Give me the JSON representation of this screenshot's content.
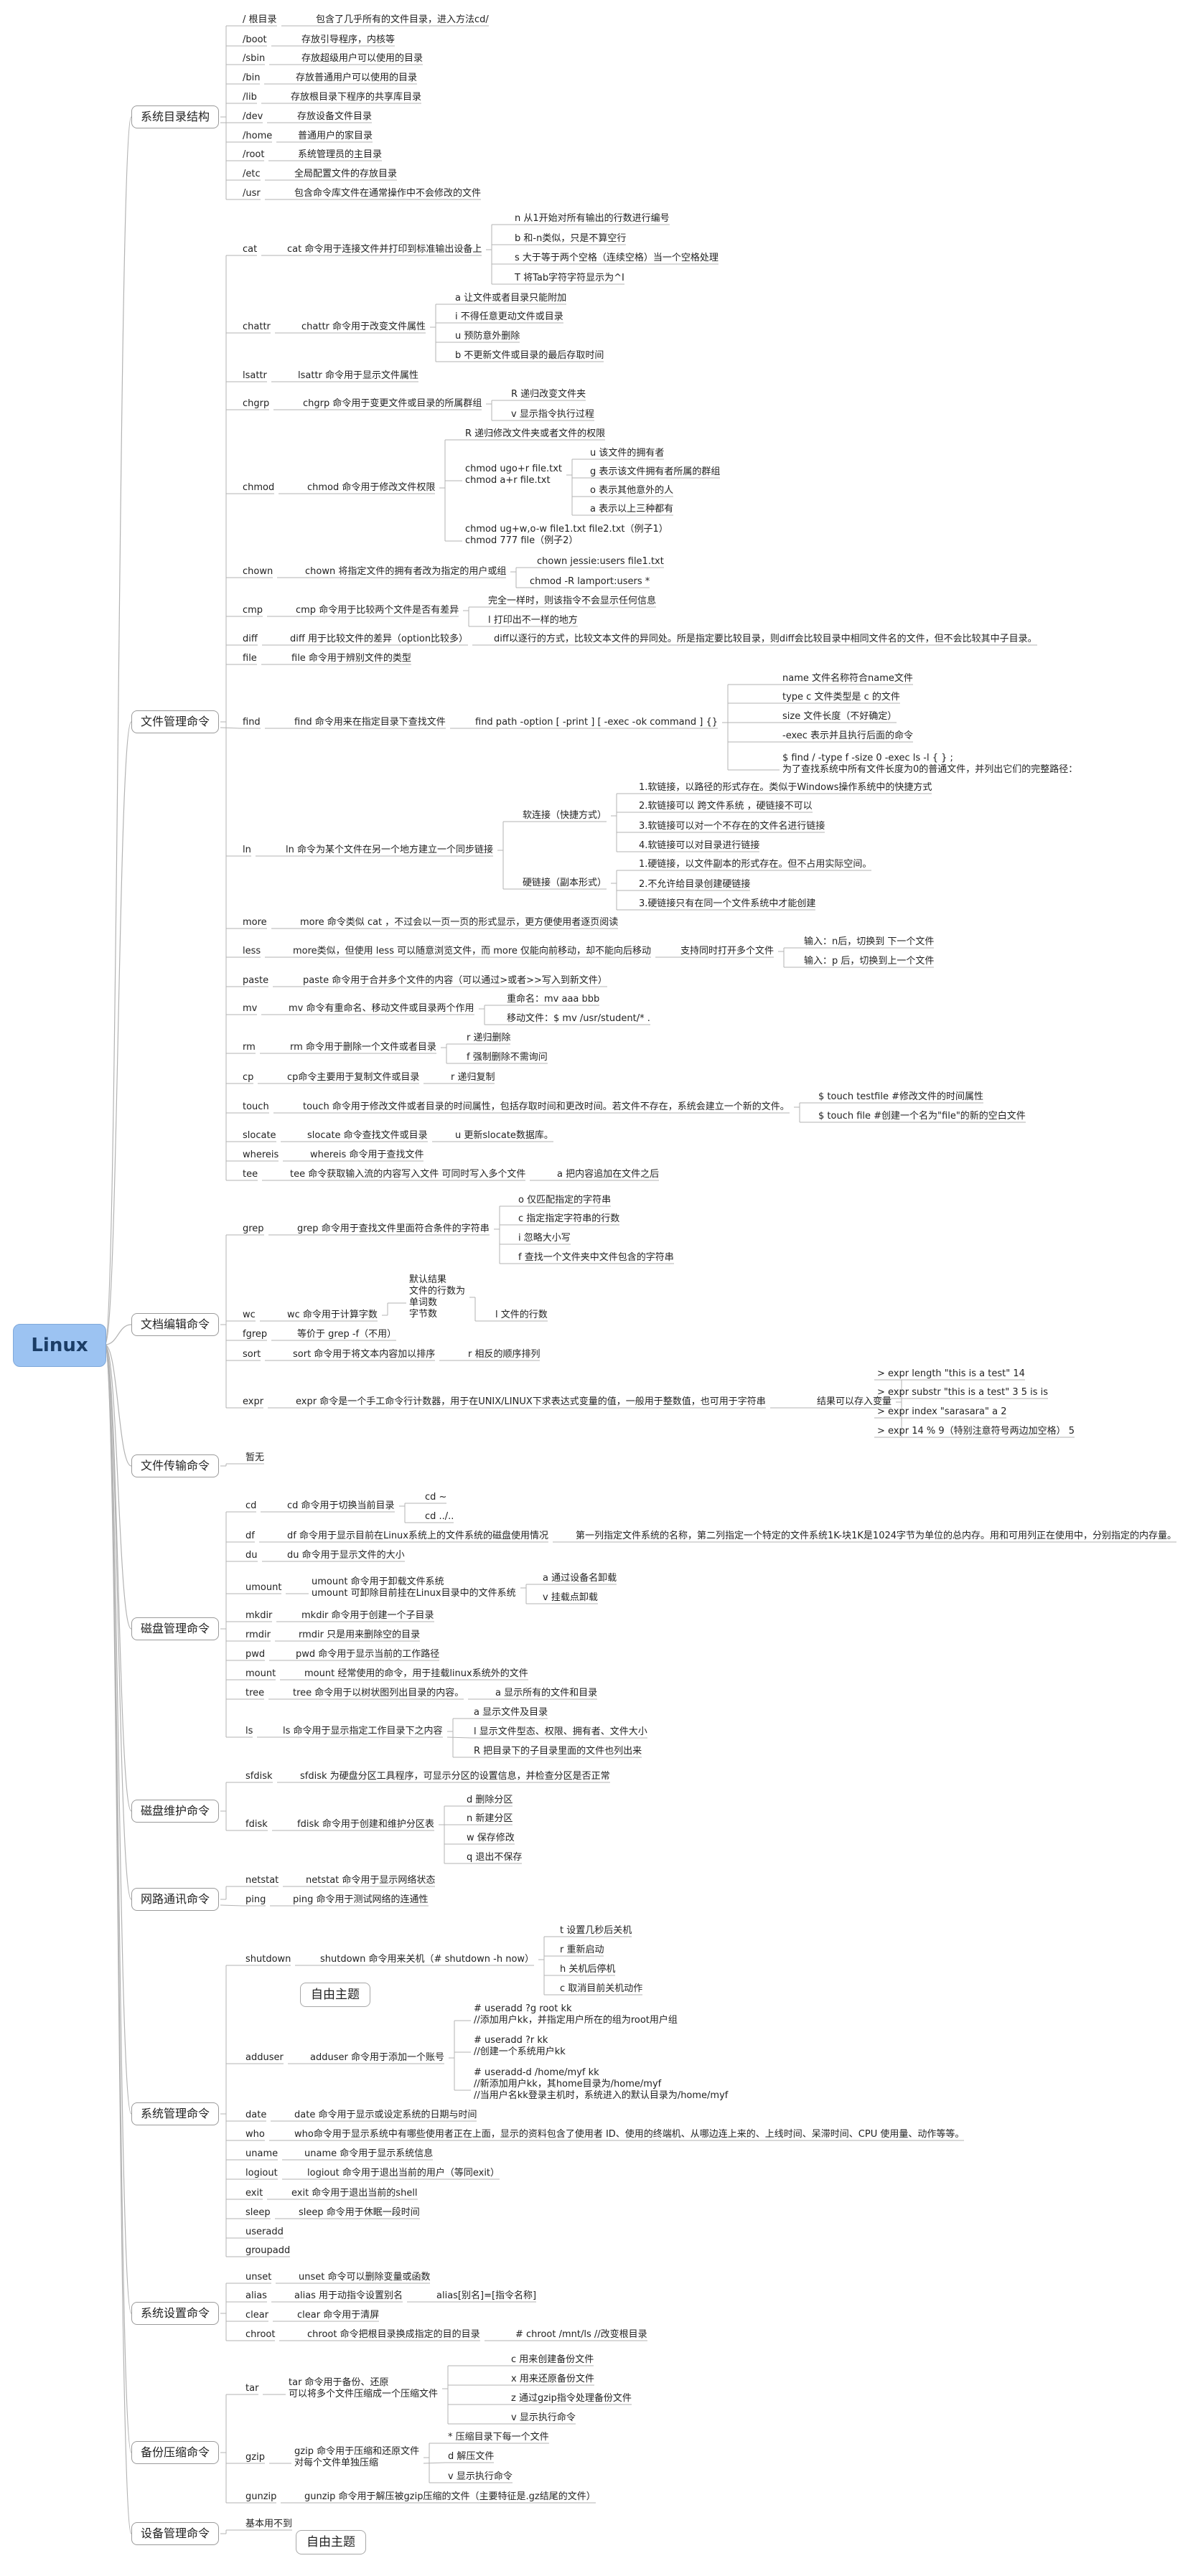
{
  "root": "Linux",
  "categories": [
    {
      "id": "c1",
      "label": "系统目录结构"
    },
    {
      "id": "c2",
      "label": "文件管理命令"
    },
    {
      "id": "c3",
      "label": "文档编辑命令"
    },
    {
      "id": "c4",
      "label": "文件传输命令"
    },
    {
      "id": "c5",
      "label": "磁盘管理命令"
    },
    {
      "id": "c6",
      "label": "磁盘维护命令"
    },
    {
      "id": "c7",
      "label": "网路通讯命令"
    },
    {
      "id": "c8",
      "label": "系统管理命令"
    },
    {
      "id": "c9",
      "label": "系统设置命令"
    },
    {
      "id": "c10",
      "label": "备份压缩命令"
    },
    {
      "id": "c11",
      "label": "设备管理命令"
    }
  ],
  "floating": [
    {
      "id": "f1",
      "label": "自由主题"
    },
    {
      "id": "f2",
      "label": "自由主题"
    }
  ],
  "nodes": [
    {
      "id": "d1",
      "t": "/ 根目录"
    },
    {
      "id": "d1d",
      "t": "包含了几乎所有的文件目录，进入方法cd/"
    },
    {
      "id": "d2",
      "t": "/boot"
    },
    {
      "id": "d2d",
      "t": "存放引导程序，内核等"
    },
    {
      "id": "d3",
      "t": "/sbin"
    },
    {
      "id": "d3d",
      "t": "存放超级用户可以使用的目录"
    },
    {
      "id": "d4",
      "t": "/bin"
    },
    {
      "id": "d4d",
      "t": "存放普通用户可以使用的目录"
    },
    {
      "id": "d5",
      "t": "/lib"
    },
    {
      "id": "d5d",
      "t": "存放根目录下程序的共享库目录"
    },
    {
      "id": "d6",
      "t": "/dev"
    },
    {
      "id": "d6d",
      "t": "存放设备文件目录"
    },
    {
      "id": "d7",
      "t": "/home"
    },
    {
      "id": "d7d",
      "t": "普通用户的家目录"
    },
    {
      "id": "d8",
      "t": "/root"
    },
    {
      "id": "d8d",
      "t": "系统管理员的主目录"
    },
    {
      "id": "d9",
      "t": "/etc"
    },
    {
      "id": "d9d",
      "t": "全局配置文件的存放目录"
    },
    {
      "id": "d10",
      "t": "/usr"
    },
    {
      "id": "d10d",
      "t": "包含命令库文件在通常操作中不会修改的文件"
    },
    {
      "id": "cat",
      "t": "cat"
    },
    {
      "id": "catd",
      "t": "cat 命令用于连接文件并打印到标准输出设备上"
    },
    {
      "id": "cat1",
      "t": "n  从1开始对所有输出的行数进行编号"
    },
    {
      "id": "cat2",
      "t": "b 和-n类似，只是不算空行"
    },
    {
      "id": "cat3",
      "t": "s 大于等于两个空格（连续空格）当一个空格处理"
    },
    {
      "id": "cat4",
      "t": "T 将Tab字符字符显示为^I"
    },
    {
      "id": "chattr",
      "t": "chattr"
    },
    {
      "id": "chattrd",
      "t": "chattr 命令用于改变文件属性"
    },
    {
      "id": "chattr1",
      "t": "a 让文件或者目录只能附加"
    },
    {
      "id": "chattr2",
      "t": "i 不得任意更动文件或目录"
    },
    {
      "id": "chattr3",
      "t": "u 预防意外删除"
    },
    {
      "id": "chattr4",
      "t": "b 不更新文件或目录的最后存取时间"
    },
    {
      "id": "lsattr",
      "t": "lsattr"
    },
    {
      "id": "lsattrd",
      "t": "lsattr 命令用于显示文件属性"
    },
    {
      "id": "chgrp",
      "t": "chgrp"
    },
    {
      "id": "chgrpd",
      "t": "chgrp 命令用于变更文件或目录的所属群组"
    },
    {
      "id": "chgrp1",
      "t": "R 递归改变文件夹"
    },
    {
      "id": "chgrp2",
      "t": "v 显示指令执行过程"
    },
    {
      "id": "chmod",
      "t": "chmod"
    },
    {
      "id": "chmodd",
      "t": "chmod 命令用于修改文件权限"
    },
    {
      "id": "chmod1",
      "t": "R 递归修改文件夹或者文件的权限"
    },
    {
      "id": "chmod2",
      "t": "chmod ugo+r file.txt\nchmod a+r file.txt"
    },
    {
      "id": "chmod2a",
      "t": "u 该文件的拥有者"
    },
    {
      "id": "chmod2b",
      "t": "g 表示该文件拥有者所属的群组"
    },
    {
      "id": "chmod2c",
      "t": "o 表示其他意外的人"
    },
    {
      "id": "chmod2d",
      "t": "a 表示以上三种都有"
    },
    {
      "id": "chmod3",
      "t": "chmod ug+w,o-w file1.txt file2.txt（例子1）\nchmod 777 file（例子2）"
    },
    {
      "id": "chown",
      "t": "chown"
    },
    {
      "id": "chownd",
      "t": "chown 将指定文件的拥有者改为指定的用户或组"
    },
    {
      "id": "chown1",
      "t": "chown jessie:users file1.txt"
    },
    {
      "id": "chown2",
      "t": "chmod -R lamport:users *"
    },
    {
      "id": "cmp",
      "t": "cmp"
    },
    {
      "id": "cmpd",
      "t": "cmp 命令用于比较两个文件是否有差异"
    },
    {
      "id": "cmp1",
      "t": "完全一样时，则该指令不会显示任何信息"
    },
    {
      "id": "cmp2",
      "t": "l 打印出不一样的地方"
    },
    {
      "id": "diff",
      "t": "diff"
    },
    {
      "id": "diffd",
      "t": "diff 用于比较文件的差异（option比较多）"
    },
    {
      "id": "diff2",
      "t": "diff以逐行的方式，比较文本文件的异同处。所是指定要比较目录，则diff会比较目录中相同文件名的文件，但不会比较其中子目录。"
    },
    {
      "id": "file",
      "t": "file"
    },
    {
      "id": "filed",
      "t": "file 命令用于辨别文件的类型"
    },
    {
      "id": "find",
      "t": "find"
    },
    {
      "id": "findd",
      "t": "find 命令用来在指定目录下查找文件"
    },
    {
      "id": "find2",
      "t": "find   path   -option    [    -print ]    [ -exec    -ok    command ]    {}"
    },
    {
      "id": "find3",
      "t": "name 文件名称符合name文件"
    },
    {
      "id": "find4",
      "t": "type c 文件类型是 c 的文件"
    },
    {
      "id": "find5",
      "t": "size 文件长度（不好确定）"
    },
    {
      "id": "find6",
      "t": "-exec 表示并且执行后面的命令"
    },
    {
      "id": "find7",
      "t": "$ find / -type f -size 0 -exec ls -l { } ;\n为了查找系统中所有文件长度为0的普通文件，并列出它们的完整路径："
    },
    {
      "id": "ln",
      "t": "ln"
    },
    {
      "id": "lnd",
      "t": "ln 命令为某个文件在另一个地方建立一个同步链接"
    },
    {
      "id": "ln1",
      "t": "软连接（快捷方式）"
    },
    {
      "id": "ln1a",
      "t": "1.软链接，以路径的形式存在。类似于Windows操作系统中的快捷方式"
    },
    {
      "id": "ln1b",
      "t": "2.软链接可以 跨文件系统 ，硬链接不可以"
    },
    {
      "id": "ln1c",
      "t": "3.软链接可以对一个不存在的文件名进行链接"
    },
    {
      "id": "ln1d",
      "t": "4.软链接可以对目录进行链接"
    },
    {
      "id": "ln2",
      "t": "硬链接（副本形式）"
    },
    {
      "id": "ln2a",
      "t": "1.硬链接，以文件副本的形式存在。但不占用实际空间。"
    },
    {
      "id": "ln2b",
      "t": "2.不允许给目录创建硬链接"
    },
    {
      "id": "ln2c",
      "t": "3.硬链接只有在同一个文件系统中才能创建"
    },
    {
      "id": "more",
      "t": "more"
    },
    {
      "id": "mored",
      "t": "more 命令类似 cat ，不过会以一页一页的形式显示，更方便使用者逐页阅读"
    },
    {
      "id": "less",
      "t": "less"
    },
    {
      "id": "lessd",
      "t": "more类似，但使用 less 可以随意浏览文件，而 more 仅能向前移动，却不能向后移动"
    },
    {
      "id": "less2",
      "t": "支持同时打开多个文件"
    },
    {
      "id": "less3",
      "t": "输入：n后，切换到 下一个文件"
    },
    {
      "id": "less4",
      "t": "输入：p 后，切换到上一个文件"
    },
    {
      "id": "paste",
      "t": "paste"
    },
    {
      "id": "pasted",
      "t": "paste 命令用于合并多个文件的内容（可以通过>或者>>写入到新文件）"
    },
    {
      "id": "mv",
      "t": "mv"
    },
    {
      "id": "mvd",
      "t": "mv 命令有重命名、移动文件或目录两个作用"
    },
    {
      "id": "mv1",
      "t": "重命名：mv aaa bbb"
    },
    {
      "id": "mv2",
      "t": "移动文件：$ mv /usr/student/*  ."
    },
    {
      "id": "rm",
      "t": "rm"
    },
    {
      "id": "rmd",
      "t": "rm 命令用于删除一个文件或者目录"
    },
    {
      "id": "rm1",
      "t": "r 递归删除"
    },
    {
      "id": "rm2",
      "t": "f 强制删除不需询问"
    },
    {
      "id": "cp",
      "t": "cp"
    },
    {
      "id": "cpd",
      "t": "cp命令主要用于复制文件或目录"
    },
    {
      "id": "cp1",
      "t": "r 递归复制"
    },
    {
      "id": "touch",
      "t": "touch"
    },
    {
      "id": "touchd",
      "t": "touch 命令用于修改文件或者目录的时间属性，包括存取时间和更改时间。若文件不存在，系统会建立一个新的文件。"
    },
    {
      "id": "touch1",
      "t": "$ touch testfile                #修改文件的时间属性"
    },
    {
      "id": "touch2",
      "t": "$ touch file          #创建一个名为\"file\"的新的空白文件"
    },
    {
      "id": "slocate",
      "t": "slocate"
    },
    {
      "id": "slocated",
      "t": "slocate 命令查找文件或目录"
    },
    {
      "id": "slocate2",
      "t": "u 更新slocate数据库。"
    },
    {
      "id": "whereis",
      "t": "whereis"
    },
    {
      "id": "whereisd",
      "t": "whereis 命令用于查找文件"
    },
    {
      "id": "tee",
      "t": "tee"
    },
    {
      "id": "teed",
      "t": "tee 命令获取输入流的内容写入文件  可同时写入多个文件"
    },
    {
      "id": "tee2",
      "t": "a 把内容追加在文件之后"
    },
    {
      "id": "grep",
      "t": "grep"
    },
    {
      "id": "grepd",
      "t": "grep 命令用于查找文件里面符合条件的字符串"
    },
    {
      "id": "grep1",
      "t": "o 仅匹配指定的字符串"
    },
    {
      "id": "grep2",
      "t": "c 指定指定字符串的行数"
    },
    {
      "id": "grep3",
      "t": "i 忽略大小写"
    },
    {
      "id": "grep4",
      "t": "f 查找一个文件夹中文件包含的字符串"
    },
    {
      "id": "wc",
      "t": "wc"
    },
    {
      "id": "wcd",
      "t": "wc 命令用于计算字数"
    },
    {
      "id": "wc1",
      "t": "默认结果\n文件的行数为\n单词数\n字节数"
    },
    {
      "id": "wc2",
      "t": "l 文件的行数"
    },
    {
      "id": "fgrep",
      "t": "fgrep"
    },
    {
      "id": "fgrepd",
      "t": "等价于 grep -f（不用）"
    },
    {
      "id": "sort",
      "t": "sort"
    },
    {
      "id": "sortd",
      "t": "sort 命令用于将文本内容加以排序"
    },
    {
      "id": "sort2",
      "t": "r 相反的顺序排列"
    },
    {
      "id": "expr",
      "t": "expr"
    },
    {
      "id": "exprd",
      "t": "expr 命令是一个手工命令行计数器，用于在UNIX/LINUX下求表达式变量的值，一般用于整数值，也可用于字符串"
    },
    {
      "id": "expr2",
      "t": "结果可以存入变量"
    },
    {
      "id": "expr3",
      "t": "> expr length \"this is a test\"         14"
    },
    {
      "id": "expr4",
      "t": "> expr substr \"this is a test\" 3 5          is is"
    },
    {
      "id": "expr5",
      "t": "> expr index \"sarasara\"   a          2"
    },
    {
      "id": "expr6",
      "t": "> expr 14 % 9（特别注意符号两边加空格）         5"
    },
    {
      "id": "ft",
      "t": "暂无"
    },
    {
      "id": "cd",
      "t": "cd"
    },
    {
      "id": "cdd",
      "t": "cd 命令用于切换当前目录"
    },
    {
      "id": "cd1",
      "t": "cd ~"
    },
    {
      "id": "cd2",
      "t": "cd ../.."
    },
    {
      "id": "df",
      "t": "df"
    },
    {
      "id": "dfd",
      "t": "df 命令用于显示目前在Linux系统上的文件系统的磁盘使用情况"
    },
    {
      "id": "df2",
      "t": "第一列指定文件系统的名称，第二列指定一个特定的文件系统1K-块1K是1024字节为单位的总内存。用和可用列正在使用中，分别指定的内存量。"
    },
    {
      "id": "du",
      "t": "du"
    },
    {
      "id": "dud",
      "t": "du 命令用于显示文件的大小"
    },
    {
      "id": "umount",
      "t": "umount"
    },
    {
      "id": "umountd",
      "t": "umount 命令用于卸载文件系统\numount 可卸除目前挂在Linux目录中的文件系统"
    },
    {
      "id": "umount1",
      "t": "a 通过设备名卸载"
    },
    {
      "id": "umount2",
      "t": "v 挂载点卸载"
    },
    {
      "id": "mkdir",
      "t": "mkdir"
    },
    {
      "id": "mkdird",
      "t": "mkdir 命令用于创建一个子目录"
    },
    {
      "id": "rmdir",
      "t": "rmdir"
    },
    {
      "id": "rmdird",
      "t": "rmdir 只是用来删除空的目录"
    },
    {
      "id": "pwd",
      "t": "pwd"
    },
    {
      "id": "pwdd",
      "t": "pwd 命令用于显示当前的工作路径"
    },
    {
      "id": "mount",
      "t": "mount"
    },
    {
      "id": "mountd",
      "t": "mount 经常使用的命令，用于挂载linux系统外的文件"
    },
    {
      "id": "tree",
      "t": "tree"
    },
    {
      "id": "treed",
      "t": "tree 命令用于以树状图列出目录的内容。"
    },
    {
      "id": "tree2",
      "t": "a 显示所有的文件和目录"
    },
    {
      "id": "ls",
      "t": "ls"
    },
    {
      "id": "lsd",
      "t": "ls 命令用于显示指定工作目录下之内容"
    },
    {
      "id": "ls1",
      "t": "a 显示文件及目录"
    },
    {
      "id": "ls2",
      "t": "l 显示文件型态、权限、拥有者、文件大小"
    },
    {
      "id": "ls3",
      "t": "R 把目录下的子目录里面的文件也列出来"
    },
    {
      "id": "sfdisk",
      "t": "sfdisk"
    },
    {
      "id": "sfdiskd",
      "t": "sfdisk 为硬盘分区工具程序，可显示分区的设置信息，并检查分区是否正常"
    },
    {
      "id": "fdisk",
      "t": "fdisk"
    },
    {
      "id": "fdiskd",
      "t": "fdisk 命令用于创建和维护分区表"
    },
    {
      "id": "fdisk1",
      "t": "d 删除分区"
    },
    {
      "id": "fdisk2",
      "t": "n 新建分区"
    },
    {
      "id": "fdisk3",
      "t": "w 保存修改"
    },
    {
      "id": "fdisk4",
      "t": "q 退出不保存"
    },
    {
      "id": "netstat",
      "t": "netstat"
    },
    {
      "id": "netstatd",
      "t": "netstat 命令用于显示网络状态"
    },
    {
      "id": "ping",
      "t": "ping"
    },
    {
      "id": "pingd",
      "t": "ping 命令用于测试网络的连通性"
    },
    {
      "id": "shutdown",
      "t": "shutdown"
    },
    {
      "id": "shutdownd",
      "t": "shutdown 命令用来关机（# shutdown -h now）"
    },
    {
      "id": "sd1",
      "t": "t 设置几秒后关机"
    },
    {
      "id": "sd2",
      "t": "r 重新启动"
    },
    {
      "id": "sd3",
      "t": "h 关机后停机"
    },
    {
      "id": "sd4",
      "t": "c 取消目前关机动作"
    },
    {
      "id": "adduser",
      "t": "adduser"
    },
    {
      "id": "adduserd",
      "t": "adduser 命令用于添加一个账号"
    },
    {
      "id": "au1",
      "t": "# useradd ?g root kk\n//添加用户kk，并指定用户所在的组为root用户组"
    },
    {
      "id": "au2",
      "t": "# useradd ?r kk\n//创建一个系统用户kk"
    },
    {
      "id": "au3",
      "t": "# useradd-d /home/myf kk\n//新添加用户kk，其home目录为/home/myf\n//当用户名kk登录主机时，系统进入的默认目录为/home/myf"
    },
    {
      "id": "date",
      "t": "date"
    },
    {
      "id": "dated",
      "t": "date 命令用于显示或设定系统的日期与时间"
    },
    {
      "id": "who",
      "t": "who"
    },
    {
      "id": "whod",
      "t": "who命令用于显示系统中有哪些使用者正在上面，显示的资料包含了使用者 ID、使用的终端机、从哪边连上来的、上线时间、呆滞时间、CPU 使用量、动作等等。"
    },
    {
      "id": "uname",
      "t": "uname"
    },
    {
      "id": "unamed",
      "t": "uname 命令用于显示系统信息"
    },
    {
      "id": "logout",
      "t": "logiout"
    },
    {
      "id": "logoutd",
      "t": "logiout 命令用于退出当前的用户（等同exit）"
    },
    {
      "id": "exit",
      "t": "exit"
    },
    {
      "id": "exitd",
      "t": "exit 命令用于退出当前的shell"
    },
    {
      "id": "sleep",
      "t": "sleep"
    },
    {
      "id": "sleepd",
      "t": "sleep 命令用于休眠一段时间"
    },
    {
      "id": "useradd",
      "t": "useradd"
    },
    {
      "id": "groupadd",
      "t": "groupadd"
    },
    {
      "id": "unset",
      "t": "unset"
    },
    {
      "id": "unsetd",
      "t": "unset 命令可以删除变量或函数"
    },
    {
      "id": "alias",
      "t": "alias"
    },
    {
      "id": "aliasd",
      "t": "alias 用于动指令设置别名"
    },
    {
      "id": "alias2",
      "t": "alias[别名]=[指令名称]"
    },
    {
      "id": "clear",
      "t": "clear"
    },
    {
      "id": "cleard",
      "t": "clear 命令用于清屏"
    },
    {
      "id": "chroot",
      "t": "chroot"
    },
    {
      "id": "chrootd",
      "t": "chroot 命令把根目录换成指定的目的目录"
    },
    {
      "id": "chroot2",
      "t": "# chroot /mnt/ls //改变根目录"
    },
    {
      "id": "tar",
      "t": "tar"
    },
    {
      "id": "tard",
      "t": "tar 命令用于备份、还原\n可以将多个文件压缩成一个压缩文件"
    },
    {
      "id": "tar1",
      "t": "c 用来创建备份文件"
    },
    {
      "id": "tar2",
      "t": "x 用来还原备份文件"
    },
    {
      "id": "tar3",
      "t": "z 通过gzip指令处理备份文件"
    },
    {
      "id": "tar4",
      "t": "v 显示执行命令"
    },
    {
      "id": "gzip",
      "t": "gzip"
    },
    {
      "id": "gzipd",
      "t": "gzip 命令用于压缩和还原文件\n对每个文件单独压缩"
    },
    {
      "id": "gzip1",
      "t": "* 压缩目录下每一个文件"
    },
    {
      "id": "gzip2",
      "t": "d 解压文件"
    },
    {
      "id": "gzip3",
      "t": "v 显示执行命令"
    },
    {
      "id": "gunzip",
      "t": "gunzip"
    },
    {
      "id": "gunzipd",
      "t": "gunzip 命令用于解压被gzip压缩的文件（主要特征是.gz结尾的文件）"
    },
    {
      "id": "dev",
      "t": "基本用不到"
    }
  ]
}
